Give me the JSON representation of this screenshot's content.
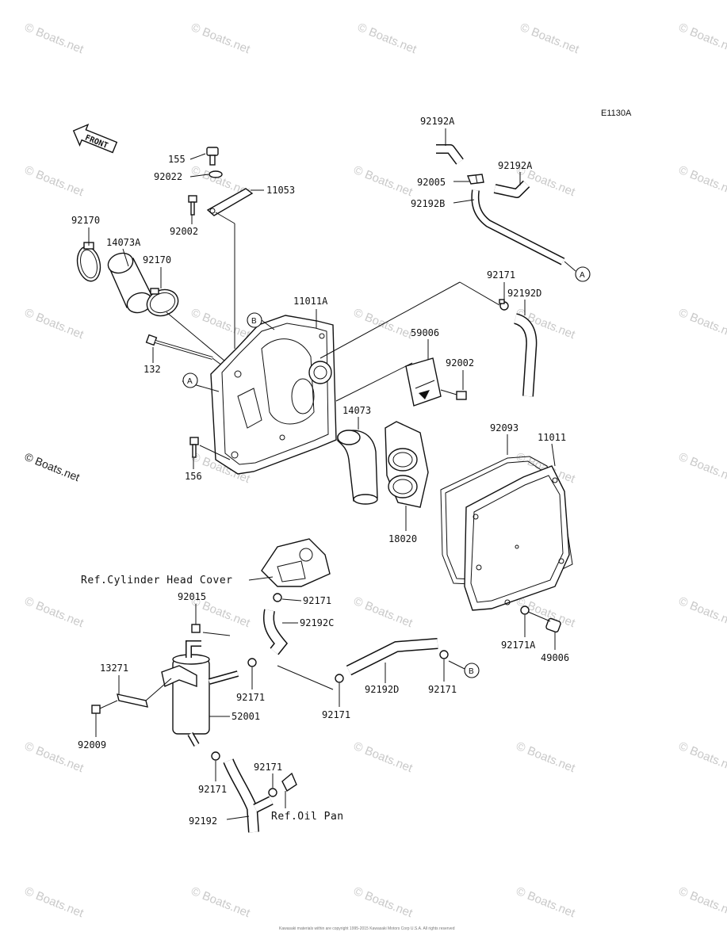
{
  "diagram": {
    "code": "E1130A",
    "front_label": "FRONT",
    "labels": {
      "p155": "155",
      "p92022": "92022",
      "p11053": "11053",
      "p92002_top": "92002",
      "p92170_left": "92170",
      "p14073A": "14073A",
      "p92170_right": "92170",
      "p11011A": "11011A",
      "p132": "132",
      "p156": "156",
      "p92192A_top": "92192A",
      "p92005": "92005",
      "p92192A_right": "92192A",
      "p92192B": "92192B",
      "p92171_top": "92171",
      "p92192D_top": "92192D",
      "p59006": "59006",
      "p92002_mid": "92002",
      "p14073": "14073",
      "p18020": "18020",
      "p92093": "92093",
      "p11011": "11011",
      "p92171A": "92171A",
      "p49006": "49006",
      "p92015": "92015",
      "p92171_c": "92171",
      "p92192C": "92192C",
      "p13271": "13271",
      "p92009": "92009",
      "p92171_d": "92171",
      "p52001": "52001",
      "p92192D_bottom": "92192D",
      "p92171_e": "92171",
      "p92171_f": "92171",
      "p92171_g": "92171",
      "p92171_h": "92171",
      "p92192": "92192"
    },
    "refs": {
      "cylinder_head": "Ref.Cylinder Head Cover",
      "oil_pan": "Ref.Oil Pan"
    },
    "callouts": {
      "a": "A",
      "b": "B"
    },
    "watermark": "© Boats.net",
    "copyright": "Kawasaki materials within are copyright 1995-2015 Kawasaki Motors Corp U.S.A. All rights reserved"
  }
}
